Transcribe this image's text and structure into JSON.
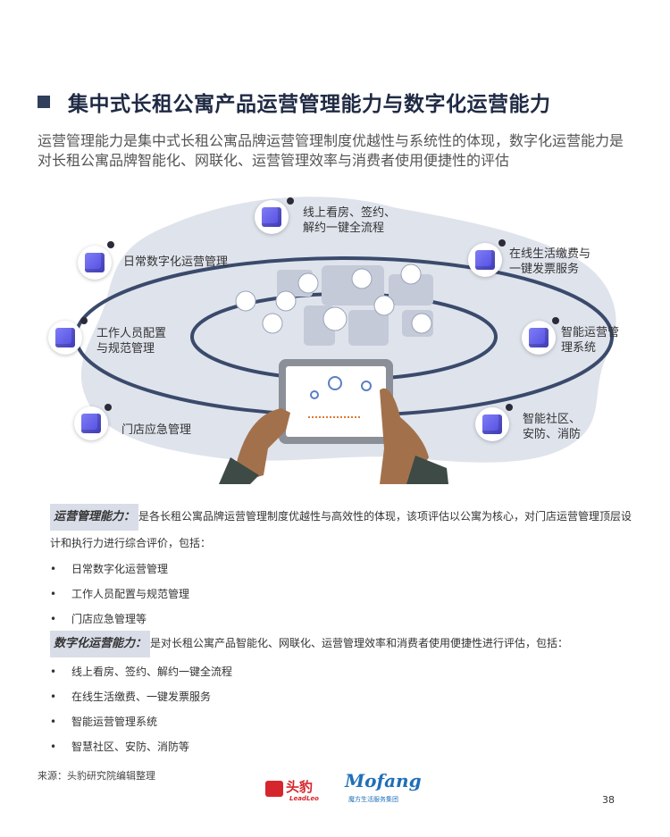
{
  "title": "集中式长租公寓产品运营管理能力与数字化运营能力",
  "intro": "运营管理能力是集中式长租公寓品牌运营管理制度优越性与系统性的体现，数字化运营能力是对长租公寓品牌智能化、网联化、运营管理效率与消费者使用便捷性的评估",
  "diagram": {
    "top_node": [
      "线上看房、签约、",
      "解约一键全流程"
    ],
    "left_nodes": [
      [
        "日常数字化运营管理"
      ],
      [
        "工作人员配置",
        "与规范管理"
      ],
      [
        "门店应急管理"
      ]
    ],
    "right_nodes": [
      [
        "在线生活缴费与",
        "一键发票服务"
      ],
      [
        "智能运营管",
        "理系统"
      ],
      [
        "智能社区、",
        "安防、消防"
      ]
    ]
  },
  "section1": {
    "tag": "运营管理能力：",
    "text_line1": "是各长租公寓品牌运营管理制度优越性与高效性的体现，该项评估以公寓为核心，对门店运营管理顶层设",
    "text_line2": "计和执行力进行综合评价，包括：",
    "bullets": [
      "日常数字化运营管理",
      "工作人员配置与规范管理",
      "门店应急管理等"
    ]
  },
  "section2": {
    "tag": "数字化运营能力：",
    "text": "是对长租公寓产品智能化、网联化、运营管理效率和消费者使用便捷性进行评估，包括：",
    "bullets": [
      "线上看房、签约、解约一键全流程",
      "在线生活缴费、一键发票服务",
      "智能运营管理系统",
      "智慧社区、安防、消防等"
    ]
  },
  "bullet_char": "•",
  "source": "来源：头豹研究院编辑整理",
  "logos": {
    "left_cn": "头豹",
    "left_en": "LeadLeo",
    "right_en": "Mofang",
    "right_cn": "魔方生活服务集团"
  },
  "page_number": "38",
  "colors": {
    "title": "#1f2a44",
    "blob": "#dfe3ec",
    "ring": "#3a4a6b",
    "cube": "#5a55e6",
    "tag_bg": "#d9dde8"
  }
}
